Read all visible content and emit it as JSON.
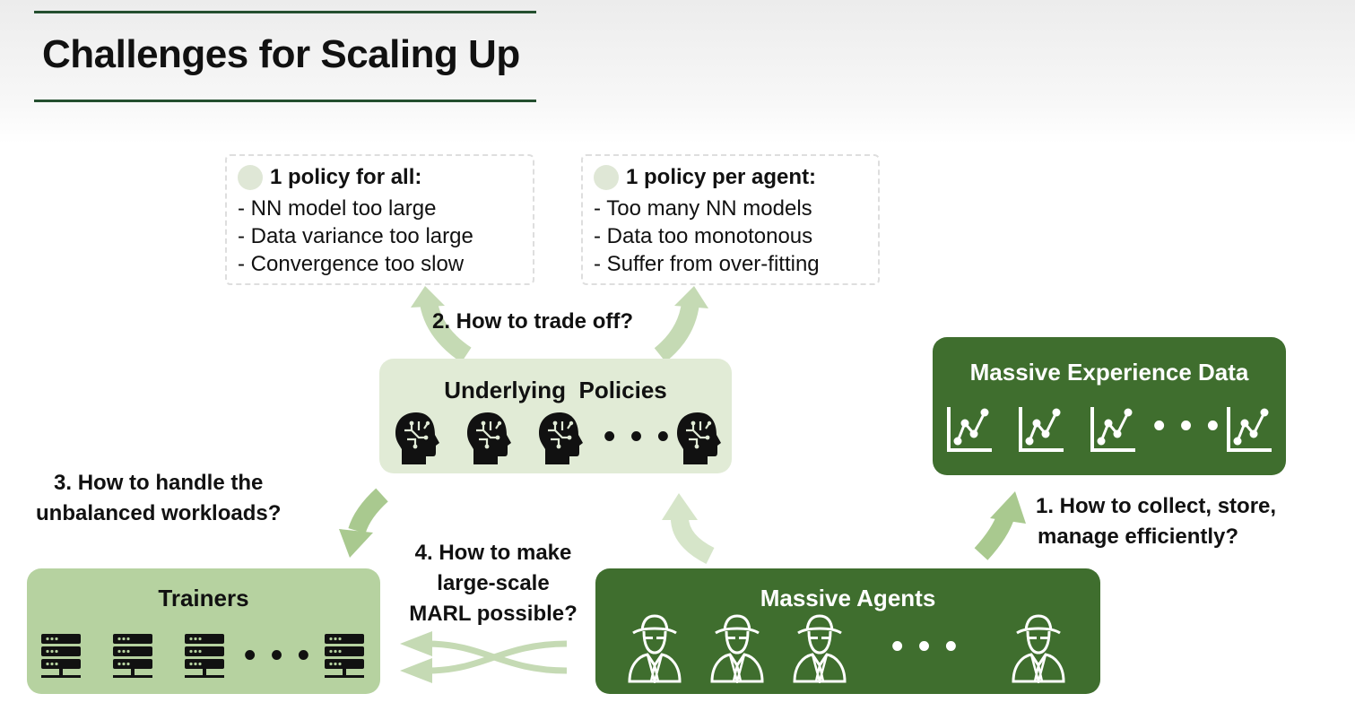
{
  "title": "Challenges for Scaling Up",
  "policy_all": {
    "heading": "1 policy for all:",
    "lines": [
      "- NN model too large",
      "- Data variance too large",
      "- Convergence too slow"
    ]
  },
  "policy_agent": {
    "heading": "1 policy per agent:",
    "lines": [
      "- Too many NN models",
      "- Data too monotonous",
      "- Suffer from over-fitting"
    ]
  },
  "questions": {
    "q1": [
      "1. How to collect, store,",
      "manage efficiently?"
    ],
    "q2": "2. How to trade off?",
    "q3": [
      "3. How to handle the",
      "unbalanced workloads?"
    ],
    "q4": [
      "4. How to make",
      "large-scale",
      "MARL possible?"
    ]
  },
  "panels": {
    "policies": "Underlying  Policies",
    "experience": "Massive Experience Data",
    "trainers": "Trainers",
    "agents": "Massive Agents"
  },
  "ellipsis": "• • •",
  "colors": {
    "dark_green": "#3f6e2e",
    "mid_green": "#b6d2a0",
    "light_green": "#e1ebd6",
    "arrow_green": "#c5dab4",
    "title_rule": "#244f2f"
  },
  "icons": {
    "policy": "brain-head-icon",
    "data": "line-chart-icon",
    "trainer": "server-icon",
    "agent": "spy-agent-icon"
  }
}
